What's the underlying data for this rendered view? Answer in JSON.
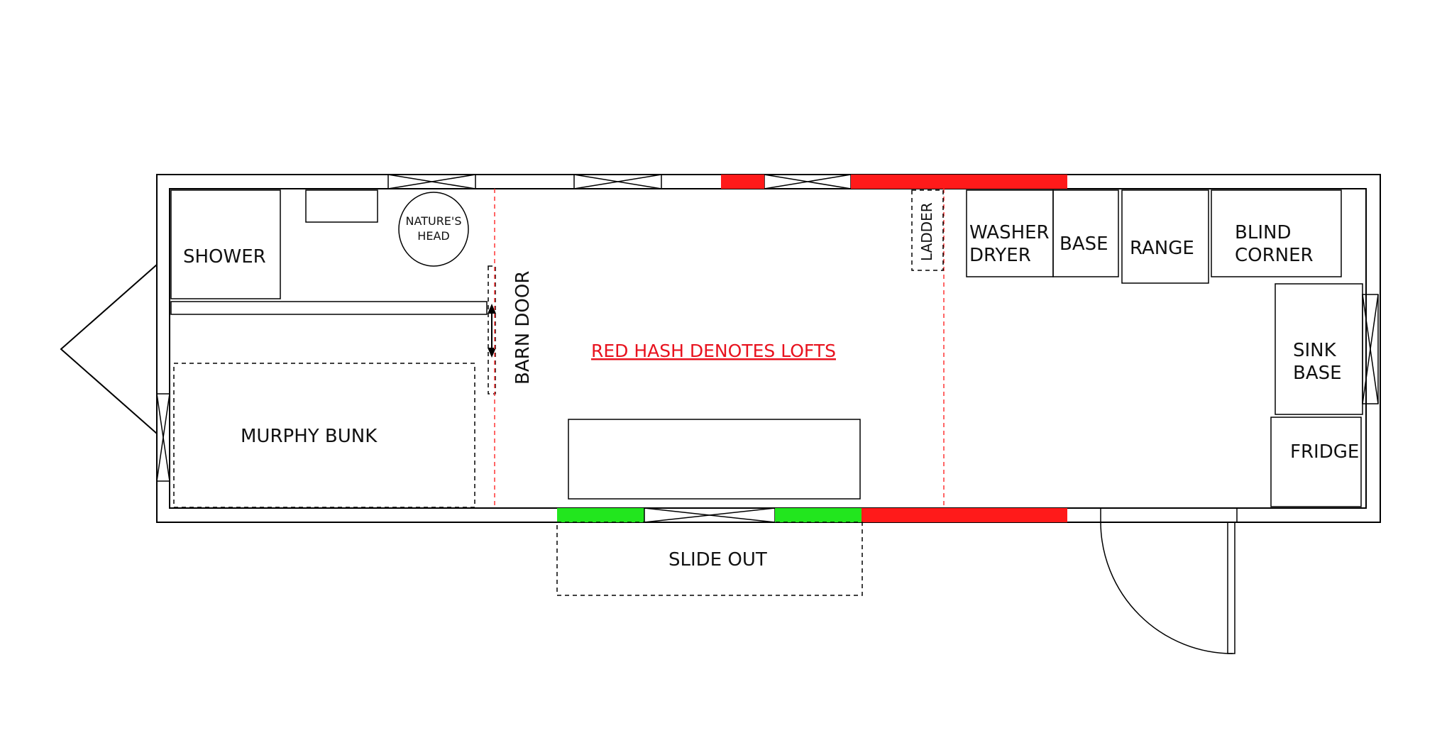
{
  "labels": {
    "shower": "SHOWER",
    "natures_head_1": "NATURE'S",
    "natures_head_2": "HEAD",
    "barn_door": "BARN DOOR",
    "murphy_bunk": "MURPHY BUNK",
    "ladder": "LADDER",
    "washer_1": "WASHER",
    "washer_2": "DRYER",
    "base": "BASE",
    "range": "RANGE",
    "blind_1": "BLIND",
    "blind_2": "CORNER",
    "sink_1": "SINK",
    "sink_2": "BASE",
    "fridge": "FRIDGE",
    "slide_out": "SLIDE OUT",
    "loft_note": "RED HASH DENOTES LOFTS"
  },
  "colors": {
    "loft": "#ff1a1a",
    "slide": "#22e61e",
    "note": "#e8121e",
    "guide": "#ff3333"
  }
}
